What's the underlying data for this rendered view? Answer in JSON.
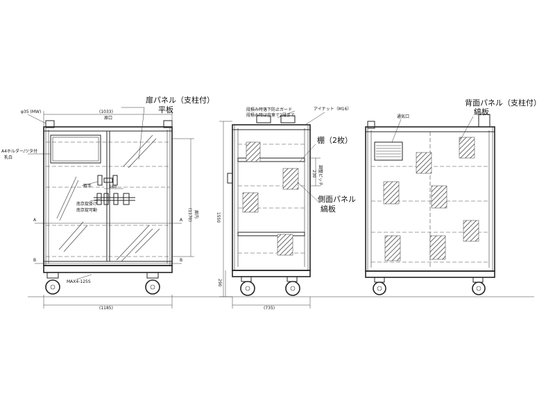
{
  "front": {
    "door_panel_title": "扉パネル（支柱付）",
    "door_panel_sub": "平板",
    "pipe": "φ35 (MW)",
    "width_top": "(1033)",
    "width_top_sub": "扉口",
    "a4_holder": "A4ホルダー/ツタ付",
    "a4_holder_sub": "乳白",
    "handle": "取手",
    "handle_dim": "165",
    "lock_label1": "南京錠掛け",
    "lock_label2": "南京錠可動",
    "height_dim": "(1170)",
    "height_dim_sub": "扉内",
    "caster": "MAX4-125S",
    "width_bottom": "(1185)",
    "sec_a": "A",
    "sec_b": "B"
  },
  "side": {
    "guard_note1": "段積み時落下防止ガード",
    "guard_note2": "段積み時は空車で2段まで",
    "eyenut": "アイナット（M16）",
    "shelf": "棚（2枚）",
    "panel_title": "側面パネル",
    "panel_sub": "縞板",
    "total_height": "1550",
    "pitch": "230",
    "pitch_sub": "調整ピッチ",
    "base_height": "290",
    "width_bottom": "(735)"
  },
  "back": {
    "vent": "通気口",
    "panel_title": "背面パネル（支柱付）",
    "panel_sub": "縞板"
  }
}
